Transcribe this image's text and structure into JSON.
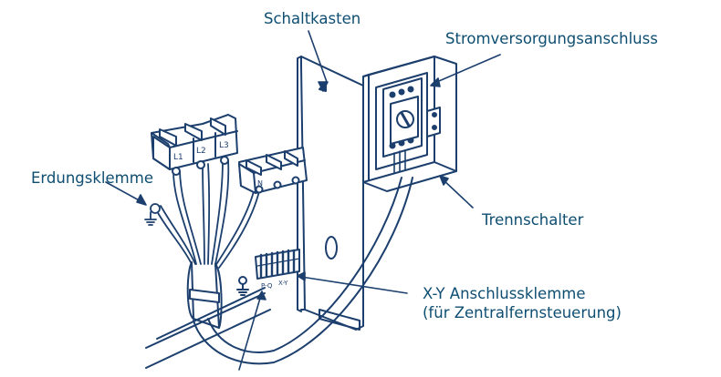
{
  "colors": {
    "line": "#1c3f6e",
    "label": "#0e4e72",
    "fill": "#ffffff"
  },
  "labels": {
    "schaltkasten": "Schaltkasten",
    "stromversorgung": "Stromversorgungsanschluss",
    "erdung": "Erdungsklemme",
    "trennschalter": "Trennschalter",
    "xy_line1": "X-Y Anschlussklemme",
    "xy_line2": "(für Zentralfernsteuerung)"
  },
  "terminal_marks": {
    "l1": "L1",
    "l2": "L2",
    "l3": "L3",
    "n": "N",
    "pq": "P-Q",
    "xy": "X-Y"
  },
  "icons": {
    "ground": "ground-symbol-icon"
  }
}
